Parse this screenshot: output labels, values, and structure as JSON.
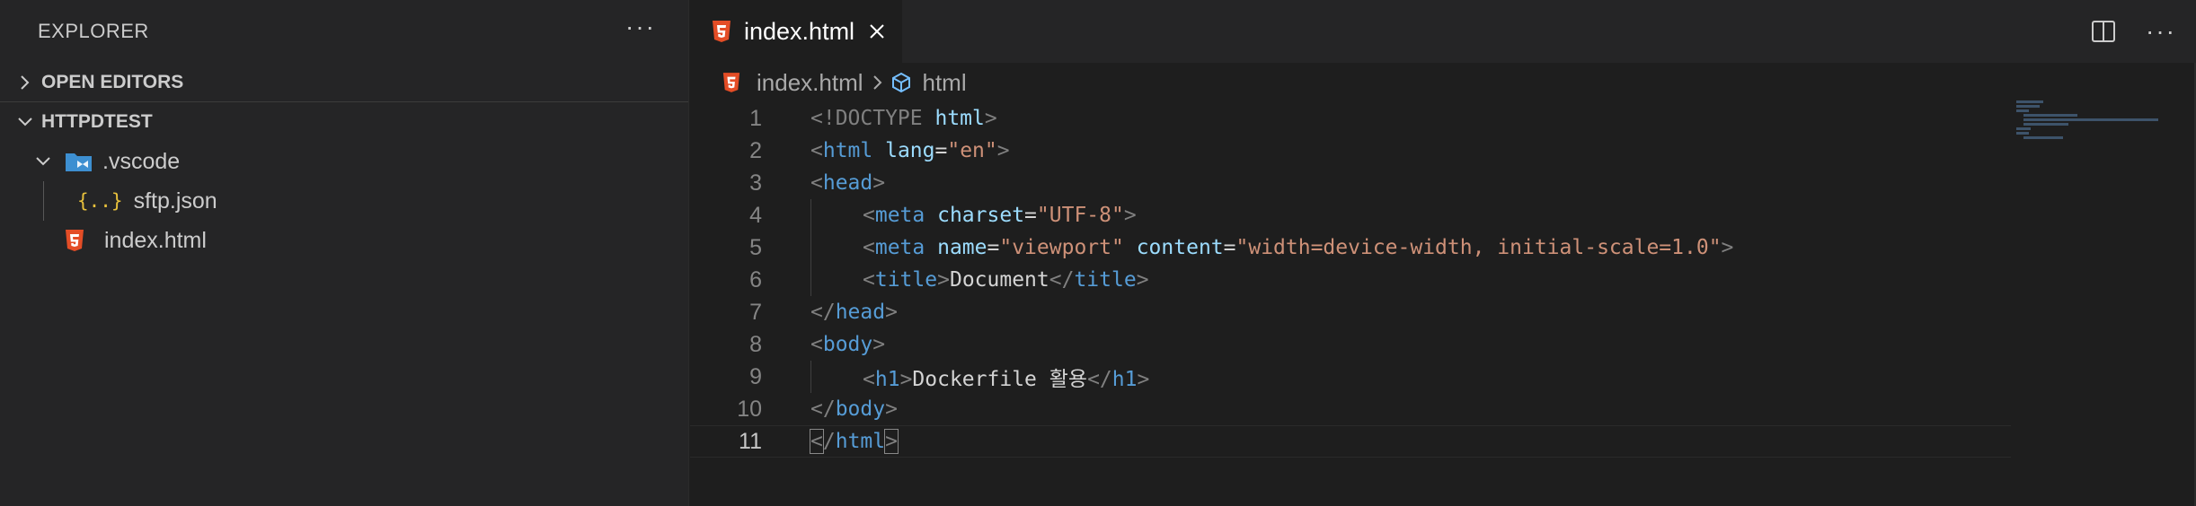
{
  "sidebar": {
    "title": "EXPLORER",
    "more": "···",
    "open_editors": "OPEN EDITORS",
    "workspace": "HTTPDTEST",
    "tree": [
      {
        "label": ".vscode",
        "icon": "vscode-folder-icon"
      },
      {
        "label": "sftp.json",
        "icon": "json-icon"
      },
      {
        "label": "index.html",
        "icon": "html5-icon"
      }
    ]
  },
  "tab": {
    "label": "index.html"
  },
  "breadcrumb": {
    "file": "index.html",
    "symbol": "html"
  },
  "editor_more": "···",
  "code": {
    "line_numbers": [
      "1",
      "2",
      "3",
      "4",
      "5",
      "6",
      "7",
      "8",
      "9",
      "10",
      "11"
    ],
    "l1_doctype": "<!DOCTYPE",
    "l1_html": "html",
    "l1_close": ">",
    "l2_open": "<",
    "l2_tag": "html",
    "l2_attr": "lang",
    "l2_eq": "=",
    "l2_val": "\"en\"",
    "l2_close": ">",
    "l3_open": "<",
    "l3_tag": "head",
    "l3_close": ">",
    "l4_open": "<",
    "l4_tag": "meta",
    "l4_attr": "charset",
    "l4_eq": "=",
    "l4_val": "\"UTF-8\"",
    "l4_close": ">",
    "l5_open": "<",
    "l5_tag": "meta",
    "l5_attr1": "name",
    "l5_eq1": "=",
    "l5_val1": "\"viewport\"",
    "l5_attr2": "content",
    "l5_eq2": "=",
    "l5_val2": "\"width=device-width, initial-scale=1.0\"",
    "l5_close": ">",
    "l6_open": "<",
    "l6_tag": "title",
    "l6_close1": ">",
    "l6_text": "Document",
    "l6_open2": "</",
    "l6_tag2": "title",
    "l6_close2": ">",
    "l7_open": "</",
    "l7_tag": "head",
    "l7_close": ">",
    "l8_open": "<",
    "l8_tag": "body",
    "l8_close": ">",
    "l9_open": "<",
    "l9_tag": "h1",
    "l9_close1": ">",
    "l9_text": "Dockerfile 활용",
    "l9_open2": "</",
    "l9_tag2": "h1",
    "l9_close2": ">",
    "l10_open": "</",
    "l10_tag": "body",
    "l10_close": ">",
    "l11_lt": "<",
    "l11_slash": "/",
    "l11_tag": "html",
    "l11_gt": ">"
  },
  "colors": {
    "html_icon": "#e44d26",
    "json_icon": "#e8c13c",
    "vscode_folder": "#3d8fd1",
    "tag": "#569cd6",
    "attr": "#9cdcfe",
    "string": "#ce9178"
  }
}
